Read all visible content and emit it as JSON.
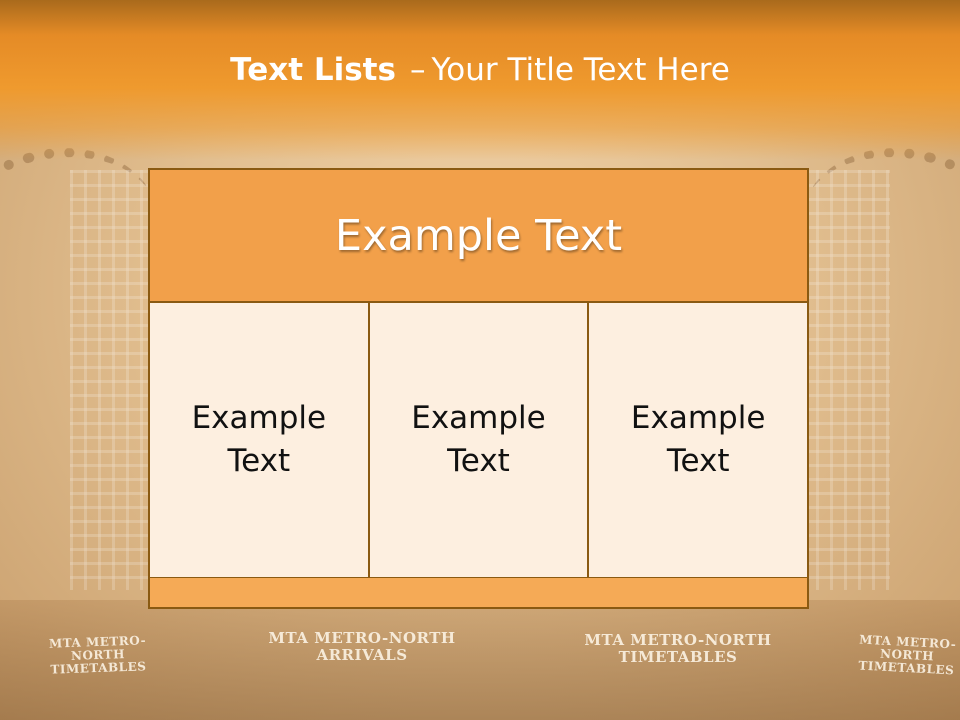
{
  "title": {
    "bold": "Text Lists",
    "dash": "–",
    "rest": "Your Title Text Here"
  },
  "diagram": {
    "header": "Example Text",
    "cells": [
      {
        "text": "Example Text"
      },
      {
        "text": "Example Text"
      },
      {
        "text": "Example Text"
      }
    ]
  },
  "background_signs": [
    {
      "line1": "MTA METRO-NORTH",
      "line2": "TIMETABLES"
    },
    {
      "line1": "MTA METRO-NORTH",
      "line2": "ARRIVALS"
    },
    {
      "line1": "MTA METRO-NORTH",
      "line2": "TIMETABLES"
    },
    {
      "line1": "MTA METRO-NORTH",
      "line2": "TIMETABLES"
    }
  ],
  "colors": {
    "header_orange": "#ef9a2e",
    "box_header": "#f2a04a",
    "box_cell": "#fdefe0",
    "border": "#8a5a12"
  }
}
